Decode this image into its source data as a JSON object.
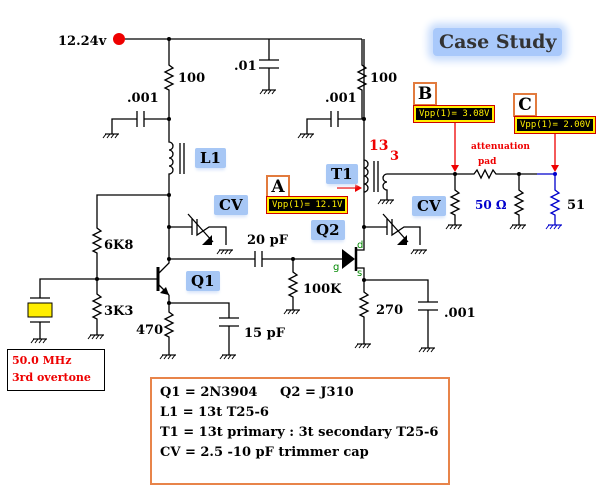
{
  "title": "Case Study",
  "supply": {
    "voltage_label": "12.24v",
    "terminal_color": "#ee0000"
  },
  "components": {
    "r_supply_l1": "100",
    "r_supply_t1": "100",
    "c_decouple_supply": ".01",
    "c_decouple_l1": ".001",
    "c_decouple_t1": ".001",
    "r_bias_top": "6K8",
    "r_bias_bottom": "3K3",
    "r_emitter": "470",
    "c_emitter": "15 pF",
    "c_coupling": "20 pF",
    "r_gate": "100K",
    "r_source": "270",
    "c_source": ".001",
    "r_load": "51",
    "pad_resistance": "50 Ω",
    "t1_primary_turns": "13",
    "t1_secondary_turns": "3",
    "pad_label_line1": "attenuation",
    "pad_label_line2": "pad",
    "jfet_pins": {
      "drain": "d",
      "gate": "g",
      "source": "s"
    }
  },
  "tags": {
    "l1": "L1",
    "t1": "T1",
    "cv1": "CV",
    "cv2": "CV",
    "q1": "Q1",
    "q2": "Q2"
  },
  "probes": [
    {
      "label": "A",
      "reading": "Vpp(1)=  12.1V"
    },
    {
      "label": "B",
      "reading": "Vpp(1)=  3.08V"
    },
    {
      "label": "C",
      "reading": "Vpp(1)=  2.00V"
    }
  ],
  "crystal": {
    "frequency": "50.0 MHz",
    "mode": "3rd overtone",
    "color": "#ffee00"
  },
  "notes": [
    "Q1 = 2N3904     Q2 = J310",
    "L1 = 13t T25-6",
    "T1 = 13t primary : 3t secondary T25-6",
    "CV = 2.5 -10 pF trimmer cap"
  ]
}
